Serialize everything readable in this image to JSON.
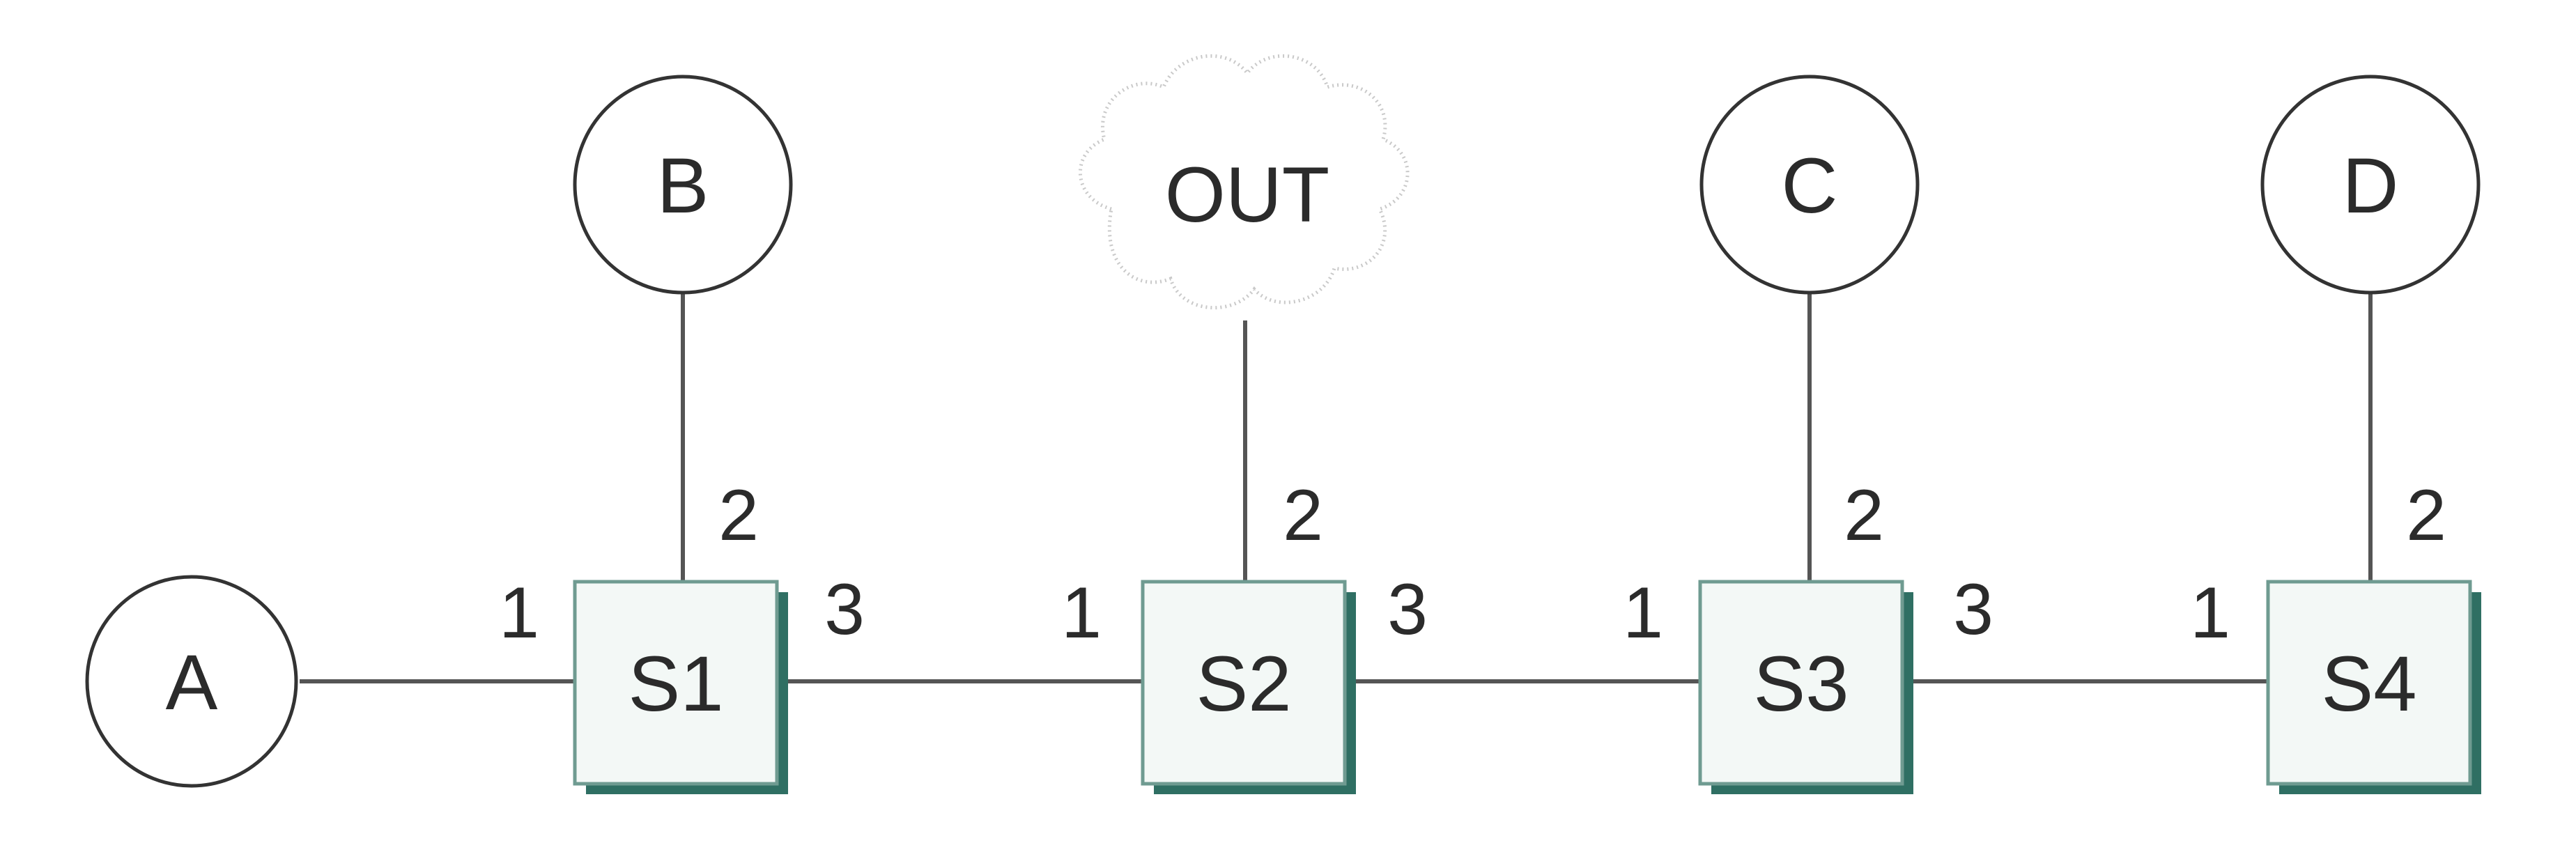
{
  "hosts": {
    "a": {
      "label": "A"
    },
    "b": {
      "label": "B"
    },
    "c": {
      "label": "C"
    },
    "d": {
      "label": "D"
    }
  },
  "cloud": {
    "label": "OUT"
  },
  "switches": {
    "s1": {
      "label": "S1",
      "ports": {
        "p1": "1",
        "p2": "2",
        "p3": "3"
      }
    },
    "s2": {
      "label": "S2",
      "ports": {
        "p1": "1",
        "p2": "2",
        "p3": "3"
      }
    },
    "s3": {
      "label": "S3",
      "ports": {
        "p1": "1",
        "p2": "2",
        "p3": "3"
      }
    },
    "s4": {
      "label": "S4",
      "ports": {
        "p1": "1",
        "p2": "2"
      }
    }
  },
  "links": [
    {
      "from": "A",
      "to": "S1",
      "port": "1"
    },
    {
      "from": "B",
      "to": "S1",
      "port": "2"
    },
    {
      "from": "S1",
      "to": "S2",
      "ports": [
        "3",
        "1"
      ]
    },
    {
      "from": "OUT",
      "to": "S2",
      "port": "2"
    },
    {
      "from": "S2",
      "to": "S3",
      "ports": [
        "3",
        "1"
      ]
    },
    {
      "from": "C",
      "to": "S3",
      "port": "2"
    },
    {
      "from": "S3",
      "to": "S4",
      "ports": [
        "3",
        "1"
      ]
    },
    {
      "from": "D",
      "to": "S4",
      "port": "2"
    }
  ]
}
